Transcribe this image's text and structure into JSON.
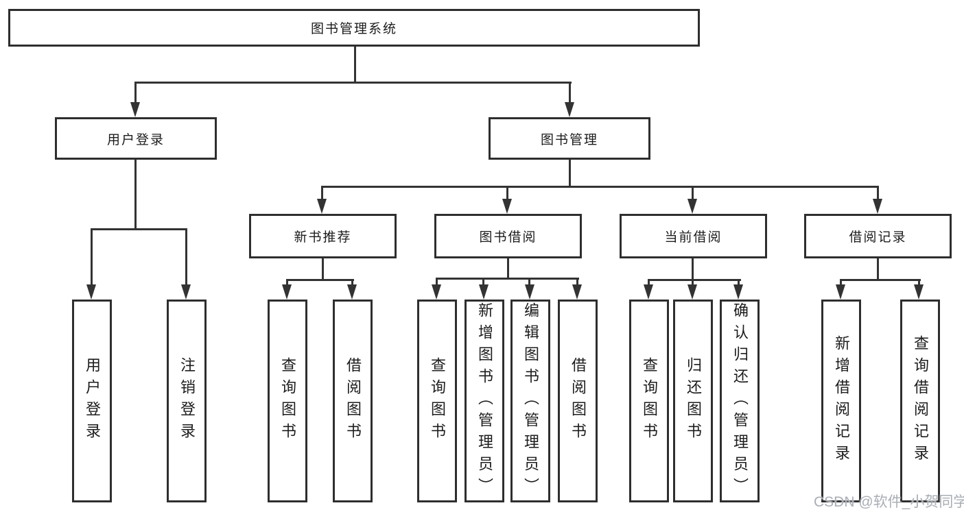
{
  "diagram": {
    "root": {
      "label": "图书管理系统"
    },
    "level1": [
      {
        "label": "用户登录"
      },
      {
        "label": "图书管理"
      }
    ],
    "level2": [
      {
        "label": "新书推荐"
      },
      {
        "label": "图书借阅"
      },
      {
        "label": "当前借阅"
      },
      {
        "label": "借阅记录"
      }
    ],
    "leaves": {
      "user_login": [
        "用户登录",
        "注销登录"
      ],
      "new_book": [
        "查询图书",
        "借阅图书"
      ],
      "book_borrow": [
        "查询图书",
        "新增图书（管理员）",
        "编辑图书（管理员）",
        "借阅图书"
      ],
      "current_borrow": [
        "查询图书",
        "归还图书",
        "确认归还（管理员）"
      ],
      "borrow_record": [
        "新增借阅记录",
        "查询借阅记录"
      ]
    }
  },
  "watermark": {
    "text": "CSDN @软件_小贺同学"
  },
  "colors": {
    "line": "#333333",
    "border": "#2e2e2e",
    "text": "#1c1c1c",
    "watermark": "#a9aeb5",
    "background": "#ffffff"
  }
}
